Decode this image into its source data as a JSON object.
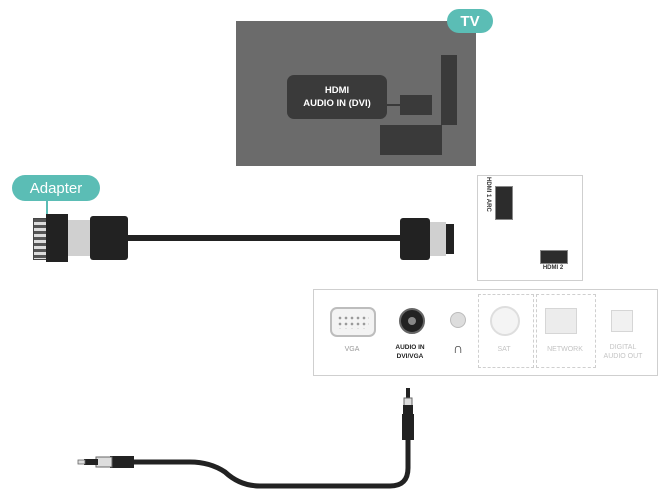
{
  "tv": {
    "badge": "TV",
    "port_label_line1": "HDMI",
    "port_label_line2": "AUDIO IN (DVI)"
  },
  "adapter": {
    "label": "Adapter"
  },
  "hdmi_panel": {
    "hdmi1_label": "HDMI 1 ARC",
    "hdmi2_label": "HDMI 2"
  },
  "connector_panel": {
    "vga": "VGA",
    "audio_in_line1": "AUDIO IN",
    "audio_in_line2": "DVI/VGA",
    "headphone_icon": "headphone-icon",
    "sat": "SAT",
    "network": "NETWORK",
    "digital_line1": "DIGITAL",
    "digital_line2": "AUDIO OUT"
  },
  "colors": {
    "accent": "#5bbdb5",
    "tv_panel": "#6b6b6b",
    "dark": "#222222"
  }
}
